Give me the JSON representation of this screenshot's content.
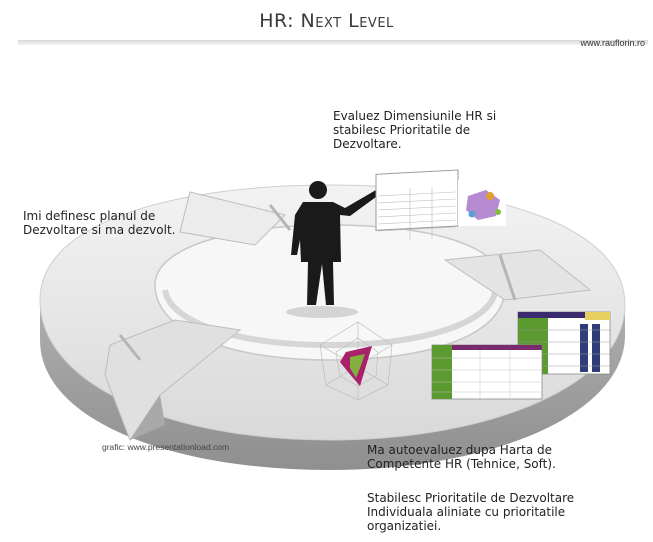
{
  "header": {
    "title": "HR: Next Level",
    "website": "www.rauflorin.ro"
  },
  "captions": {
    "evaluate": "Evaluez Dimensiunile HR si stabilesc Prioritatile de Dezvoltare.",
    "plan": "Imi definesc planul de Dezvoltare si ma dezvolt.",
    "self_assess": "Ma autoevaluez dupa Harta de Competente HR (Tehnice, Soft).",
    "priorities": "Stabilesc Prioritatile de Dezvoltare Individuala aliniate cu prioritatile organizatiei."
  },
  "credit": "grafic: www.presentationload.com",
  "colors": {
    "ring_top": "#e9e9e9",
    "ring_side": "#b9b9b9",
    "figure": "#1a1a1a",
    "radar_fill": "#a8216a",
    "radar_inner": "#7fbf3a",
    "table_green": "#5a9a2e",
    "table_purple": "#3b2a6e"
  }
}
